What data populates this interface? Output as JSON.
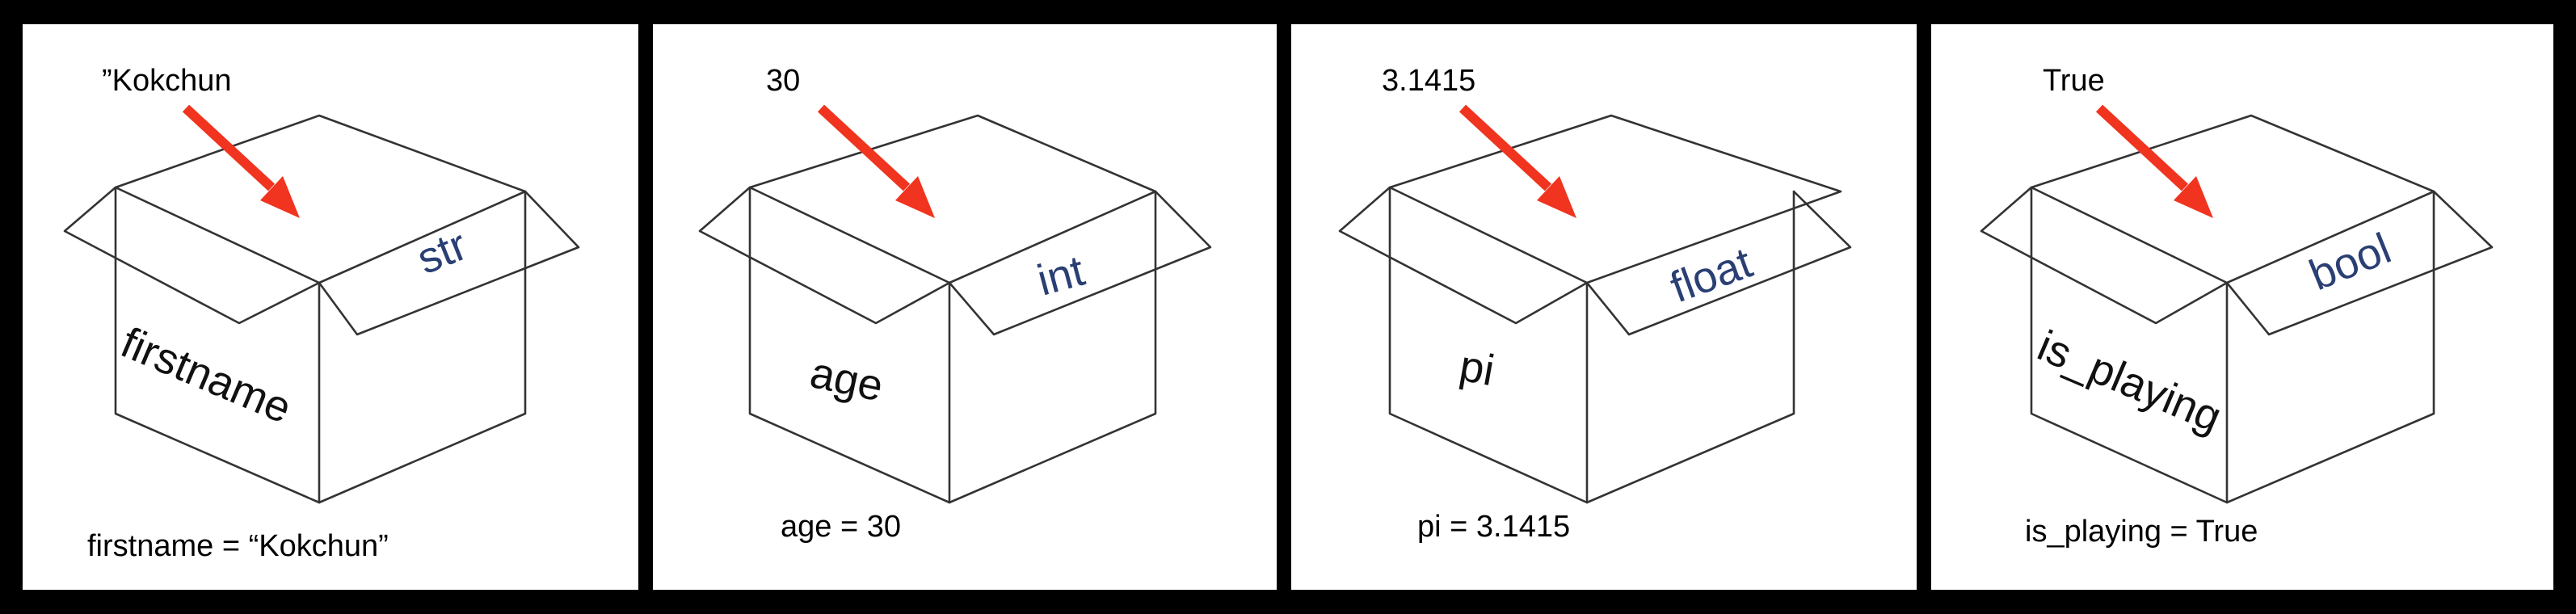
{
  "colors": {
    "background": "#000000",
    "panel": "#ffffff",
    "arrow": "#f0341f",
    "type_label": "#2a3f73",
    "box_stroke": "#333333"
  },
  "panels": [
    {
      "value": "”Kokchun",
      "variable": "firstname",
      "type": "str",
      "code": "firstname = “Kokchun”"
    },
    {
      "value": "30",
      "variable": "age",
      "type": "int",
      "code": "age = 30"
    },
    {
      "value": "3.1415",
      "variable": "pi",
      "type": "float",
      "code": "pi = 3.1415"
    },
    {
      "value": "True",
      "variable": "is_playing",
      "type": "bool",
      "code": "is_playing = True"
    }
  ]
}
